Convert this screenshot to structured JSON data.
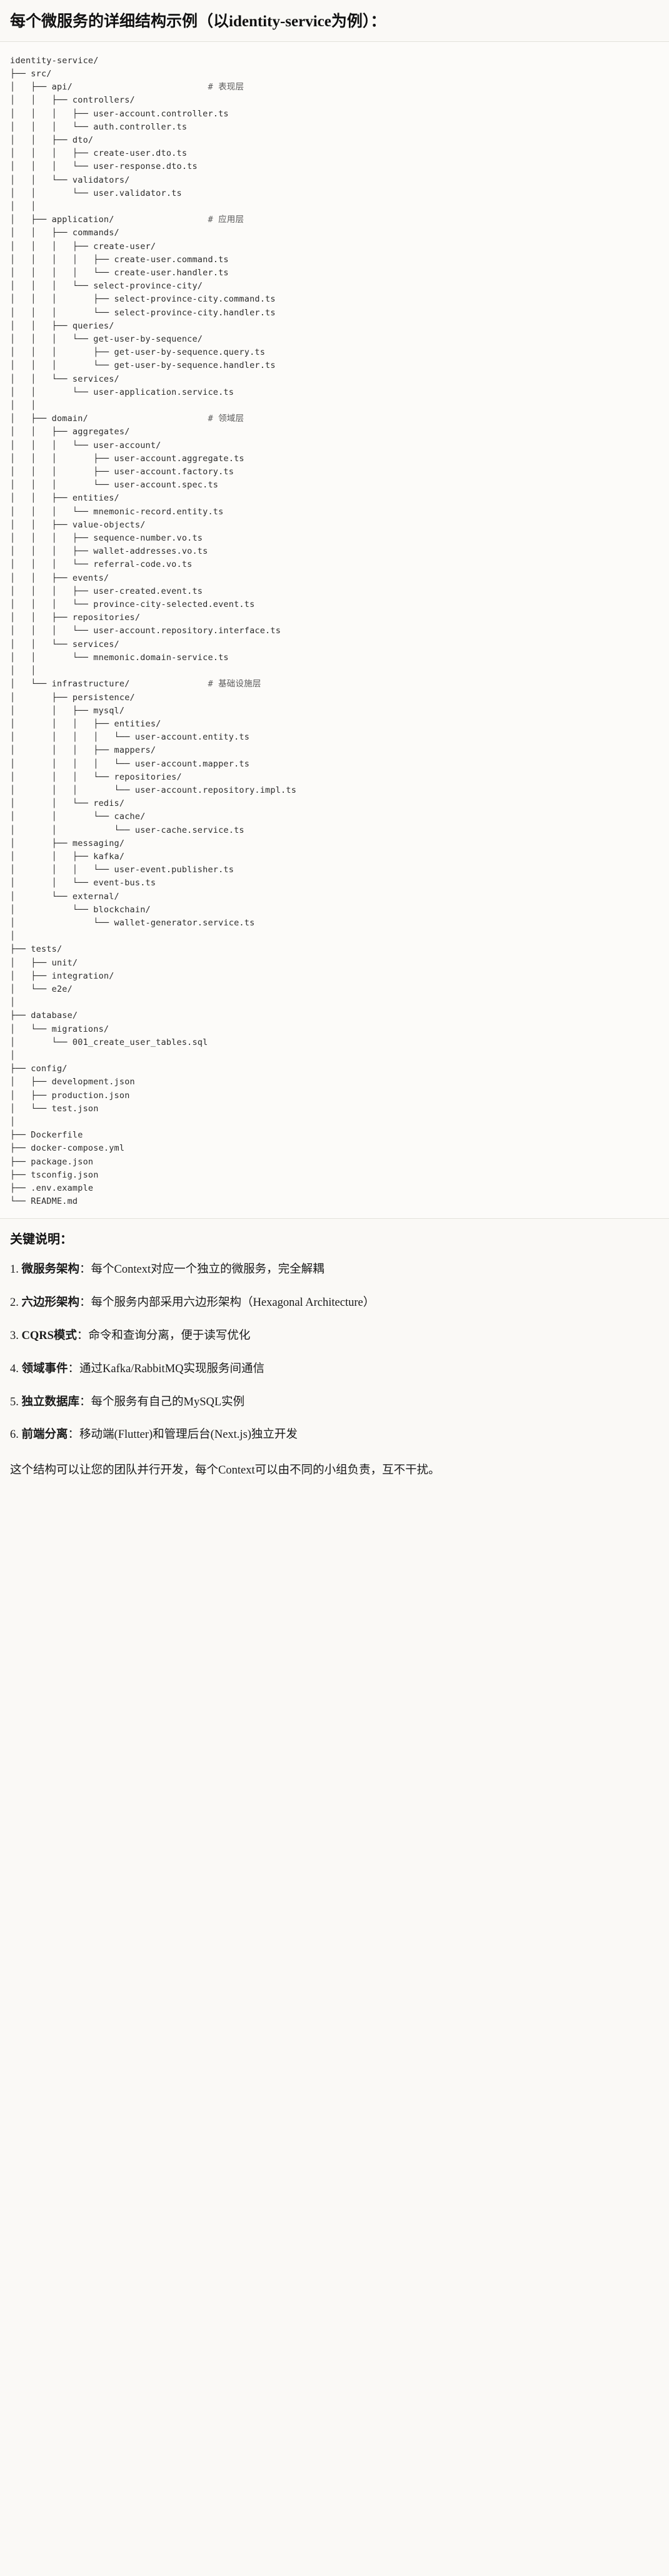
{
  "header": {
    "title": "每个微服务的详细结构示例（以identity-service为例）："
  },
  "tree": {
    "lines": [
      "identity-service/",
      "├── src/",
      "│   ├── api/                          # 表现层",
      "│   │   ├── controllers/",
      "│   │   │   ├── user-account.controller.ts",
      "│   │   │   └── auth.controller.ts",
      "│   │   ├── dto/",
      "│   │   │   ├── create-user.dto.ts",
      "│   │   │   └── user-response.dto.ts",
      "│   │   └── validators/",
      "│   │       └── user.validator.ts",
      "│   │",
      "│   ├── application/                  # 应用层",
      "│   │   ├── commands/",
      "│   │   │   ├── create-user/",
      "│   │   │   │   ├── create-user.command.ts",
      "│   │   │   │   └── create-user.handler.ts",
      "│   │   │   └── select-province-city/",
      "│   │   │       ├── select-province-city.command.ts",
      "│   │   │       └── select-province-city.handler.ts",
      "│   │   ├── queries/",
      "│   │   │   └── get-user-by-sequence/",
      "│   │   │       ├── get-user-by-sequence.query.ts",
      "│   │   │       └── get-user-by-sequence.handler.ts",
      "│   │   └── services/",
      "│   │       └── user-application.service.ts",
      "│   │",
      "│   ├── domain/                       # 领域层",
      "│   │   ├── aggregates/",
      "│   │   │   └── user-account/",
      "│   │   │       ├── user-account.aggregate.ts",
      "│   │   │       ├── user-account.factory.ts",
      "│   │   │       └── user-account.spec.ts",
      "│   │   ├── entities/",
      "│   │   │   └── mnemonic-record.entity.ts",
      "│   │   ├── value-objects/",
      "│   │   │   ├── sequence-number.vo.ts",
      "│   │   │   ├── wallet-addresses.vo.ts",
      "│   │   │   └── referral-code.vo.ts",
      "│   │   ├── events/",
      "│   │   │   ├── user-created.event.ts",
      "│   │   │   └── province-city-selected.event.ts",
      "│   │   ├── repositories/",
      "│   │   │   └── user-account.repository.interface.ts",
      "│   │   └── services/",
      "│   │       └── mnemonic.domain-service.ts",
      "│   │",
      "│   └── infrastructure/               # 基础设施层",
      "│       ├── persistence/",
      "│       │   ├── mysql/",
      "│       │   │   ├── entities/",
      "│       │   │   │   └── user-account.entity.ts",
      "│       │   │   ├── mappers/",
      "│       │   │   │   └── user-account.mapper.ts",
      "│       │   │   └── repositories/",
      "│       │   │       └── user-account.repository.impl.ts",
      "│       │   └── redis/",
      "│       │       └── cache/",
      "│       │           └── user-cache.service.ts",
      "│       ├── messaging/",
      "│       │   ├── kafka/",
      "│       │   │   └── user-event.publisher.ts",
      "│       │   └── event-bus.ts",
      "│       └── external/",
      "│           └── blockchain/",
      "│               └── wallet-generator.service.ts",
      "│",
      "├── tests/",
      "│   ├── unit/",
      "│   ├── integration/",
      "│   └── e2e/",
      "│",
      "├── database/",
      "│   └── migrations/",
      "│       └── 001_create_user_tables.sql",
      "│",
      "├── config/",
      "│   ├── development.json",
      "│   ├── production.json",
      "│   └── test.json",
      "│",
      "├── Dockerfile",
      "├── docker-compose.yml",
      "├── package.json",
      "├── tsconfig.json",
      "├── .env.example",
      "└── README.md"
    ]
  },
  "notes": {
    "title": "关键说明：",
    "items": [
      {
        "num": "1.",
        "term": "微服务架构",
        "sep": "：",
        "desc": "每个Context对应一个独立的微服务，完全解耦"
      },
      {
        "num": "2.",
        "term": "六边形架构",
        "sep": "：",
        "desc": "每个服务内部采用六边形架构（Hexagonal Architecture）"
      },
      {
        "num": "3.",
        "term": "CQRS模式",
        "sep": "：",
        "desc": "命令和查询分离，便于读写优化"
      },
      {
        "num": "4.",
        "term": "领域事件",
        "sep": "：",
        "desc": "通过Kafka/RabbitMQ实现服务间通信"
      },
      {
        "num": "5.",
        "term": "独立数据库",
        "sep": "：",
        "desc": "每个服务有自己的MySQL实例"
      },
      {
        "num": "6.",
        "term": "前端分离",
        "sep": "：",
        "desc": "移动端(Flutter)和管理后台(Next.js)独立开发"
      }
    ],
    "closing": "这个结构可以让您的团队并行开发，每个Context可以由不同的小组负责，互不干扰。"
  }
}
